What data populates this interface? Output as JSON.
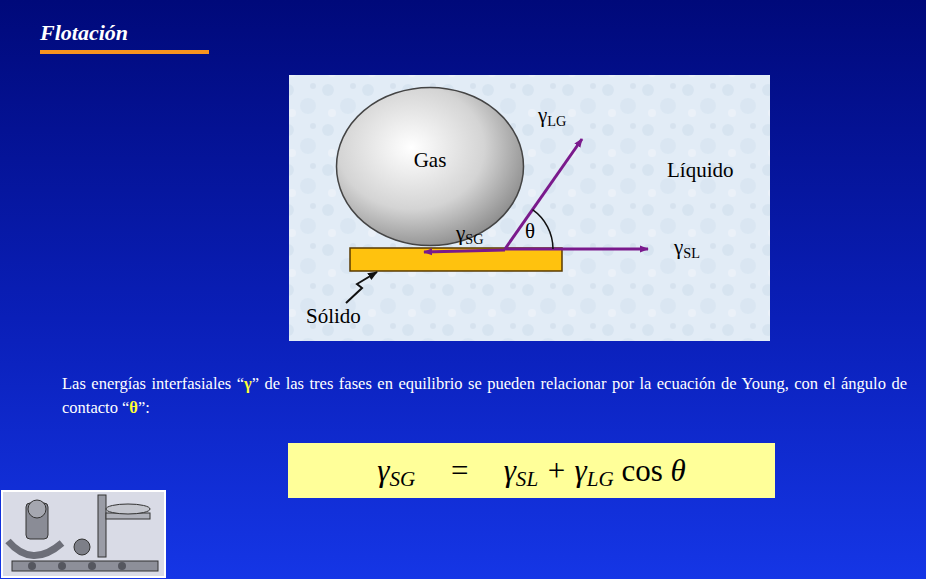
{
  "diagram": {
    "title": "Flotación",
    "nodes": [
      {
        "text": [
          "Líquido"
        ]
      },
      {
        "text": [
          "Gas"
        ],
        "in": 0
      },
      {
        "text": [
          "γSG = γSL + γLG cos θ"
        ]
      }
    ],
    "labels": [
      "γLG",
      "γSG",
      "θ",
      "γSL",
      "Sólido",
      "Las energías interfasiales “γ” de las tres fases en equilibrio se pueden relacionar por la ecuación de Young, con el ángulo de contacto “θ”:"
    ]
  }
}
